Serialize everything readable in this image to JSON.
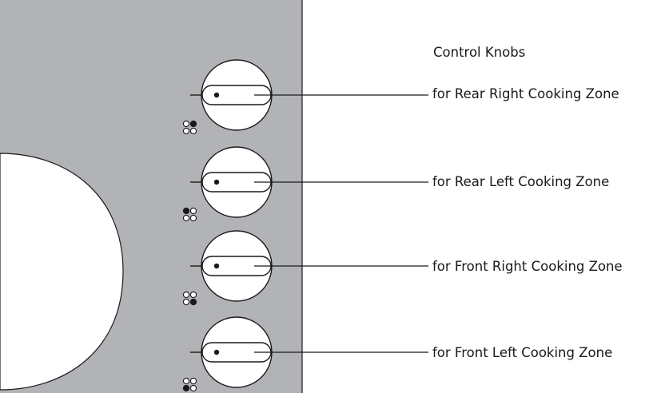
{
  "title": "Control Knobs",
  "colors": {
    "panel": "#b2b3b6",
    "outline": "#1a1a1a",
    "background": "#ffffff"
  },
  "knobs": [
    {
      "label": "for Rear Right Cooking Zone",
      "zone_icon": "rear-right",
      "active_dot": 1
    },
    {
      "label": "for Rear Left Cooking Zone",
      "zone_icon": "rear-left",
      "active_dot": 0
    },
    {
      "label": "for Front Right Cooking Zone",
      "zone_icon": "front-right",
      "active_dot": 3
    },
    {
      "label": "for Front Left Cooking Zone",
      "zone_icon": "front-left",
      "active_dot": 2
    }
  ]
}
